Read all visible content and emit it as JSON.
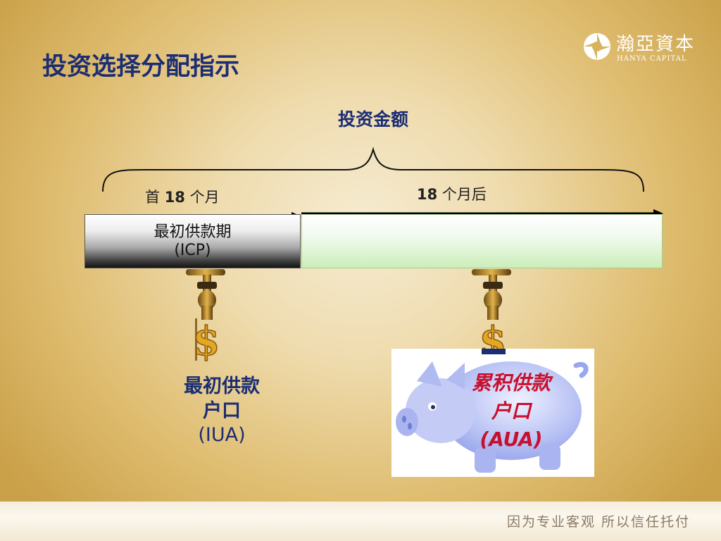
{
  "title": "投资选择分配指示",
  "logo": {
    "name_cn": "瀚亞資本",
    "name_en": "HANYA  CAPITAL"
  },
  "diagram": {
    "investment_amount_label": "投资金额",
    "first_period": {
      "prefix": "首",
      "months": "18",
      "suffix": "个月"
    },
    "later_period": {
      "months": "18",
      "suffix": "个月后"
    },
    "icp_box": {
      "title": "最初供款期",
      "abbr": "(ICP)"
    },
    "iua": {
      "name_line1": "最初供款",
      "name_line2": "户口",
      "abbr": "(IUA)"
    },
    "aua": {
      "name_line1": "累积供款",
      "name_line2": "户口",
      "abbr": "(AUA)"
    },
    "currency_symbol": "$"
  },
  "footer": {
    "slogan": "因为专业客观    所以信任托付"
  },
  "colors": {
    "title": "#1b2d73",
    "aua_text": "#c8102e",
    "icp_green": "#cbeeba",
    "gold": "#d9a520"
  }
}
